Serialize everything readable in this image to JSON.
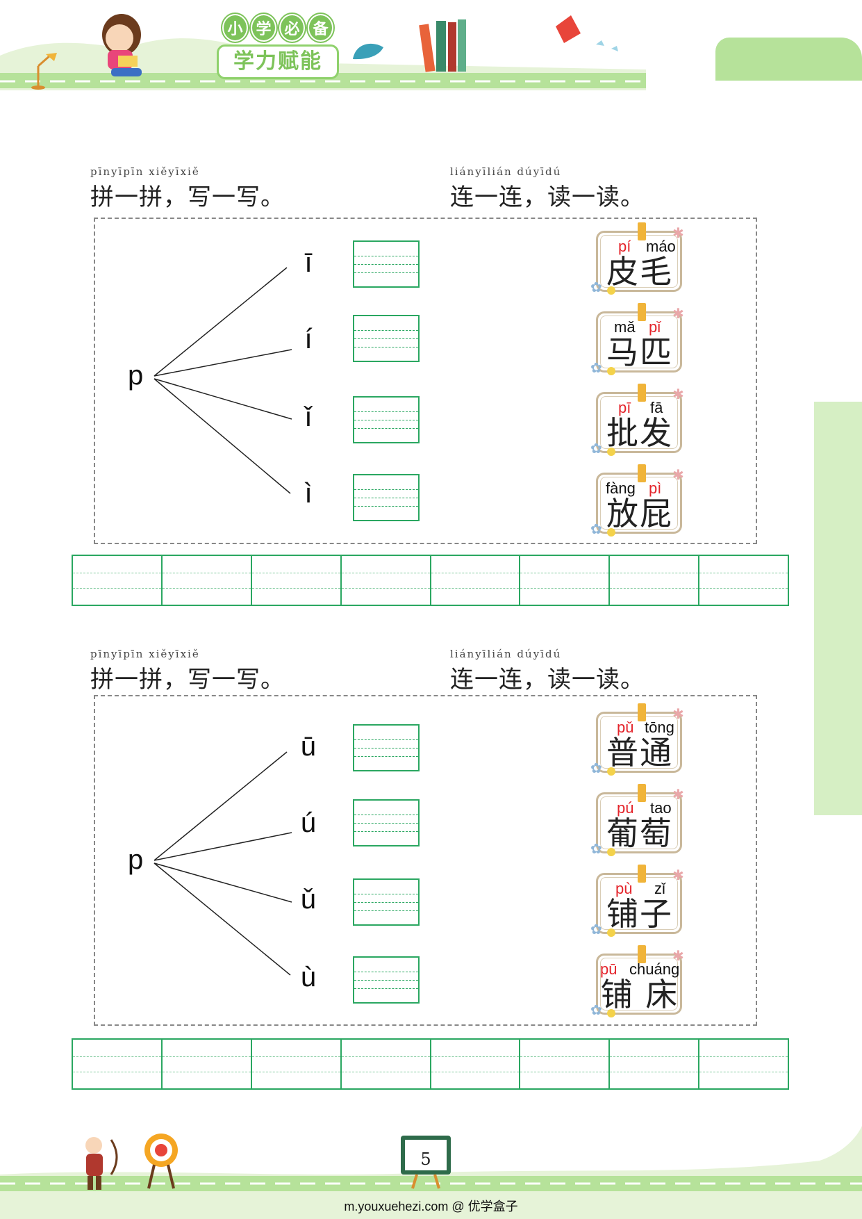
{
  "header": {
    "brand_chars": [
      "小",
      "学",
      "必",
      "备"
    ],
    "brand_subtitle": "学力赋能"
  },
  "sections": [
    {
      "left_title": {
        "pinyin": "pīnyīpīn   xiěyīxiě",
        "text": "拼一拼，写一写。"
      },
      "right_title": {
        "pinyin": "liányīlián   dúyīdú",
        "text": "连一连，读一读。"
      },
      "initial": "p",
      "vowels": [
        "ī",
        "í",
        "ǐ",
        "ì"
      ],
      "cards": [
        {
          "py": [
            {
              "t": "pí",
              "c": "red"
            },
            {
              "t": "máo",
              "c": "black"
            }
          ],
          "hz": "皮毛"
        },
        {
          "py": [
            {
              "t": "mǎ",
              "c": "black"
            },
            {
              "t": "pǐ",
              "c": "red"
            }
          ],
          "hz": "马匹"
        },
        {
          "py": [
            {
              "t": "pī",
              "c": "red"
            },
            {
              "t": "fā",
              "c": "black"
            }
          ],
          "hz": "批发"
        },
        {
          "py": [
            {
              "t": "fàng",
              "c": "black"
            },
            {
              "t": "pì",
              "c": "red"
            }
          ],
          "hz": "放屁"
        }
      ]
    },
    {
      "left_title": {
        "pinyin": "pīnyīpīn   xiěyīxiě",
        "text": "拼一拼，写一写。"
      },
      "right_title": {
        "pinyin": "liányīlián   dúyīdú",
        "text": "连一连，读一读。"
      },
      "initial": "p",
      "vowels": [
        "ū",
        "ú",
        "ǔ",
        "ù"
      ],
      "cards": [
        {
          "py": [
            {
              "t": "pǔ",
              "c": "red"
            },
            {
              "t": "tōng",
              "c": "black"
            }
          ],
          "hz": "普通"
        },
        {
          "py": [
            {
              "t": "pú",
              "c": "red"
            },
            {
              "t": "tao",
              "c": "black"
            }
          ],
          "hz": "葡萄"
        },
        {
          "py": [
            {
              "t": "pù",
              "c": "red"
            },
            {
              "t": "zǐ",
              "c": "black"
            }
          ],
          "hz": "铺子"
        },
        {
          "py": [
            {
              "t": "pū",
              "c": "red"
            },
            {
              "t": "chuáng",
              "c": "black"
            }
          ],
          "hz": "铺 床"
        }
      ]
    }
  ],
  "page_number": "5",
  "footer": "m.youxuehezi.com @ 优学盒子",
  "colors": {
    "green": "#2aa761",
    "light_green": "#b6e29a",
    "red_pinyin": "#e4242b"
  }
}
